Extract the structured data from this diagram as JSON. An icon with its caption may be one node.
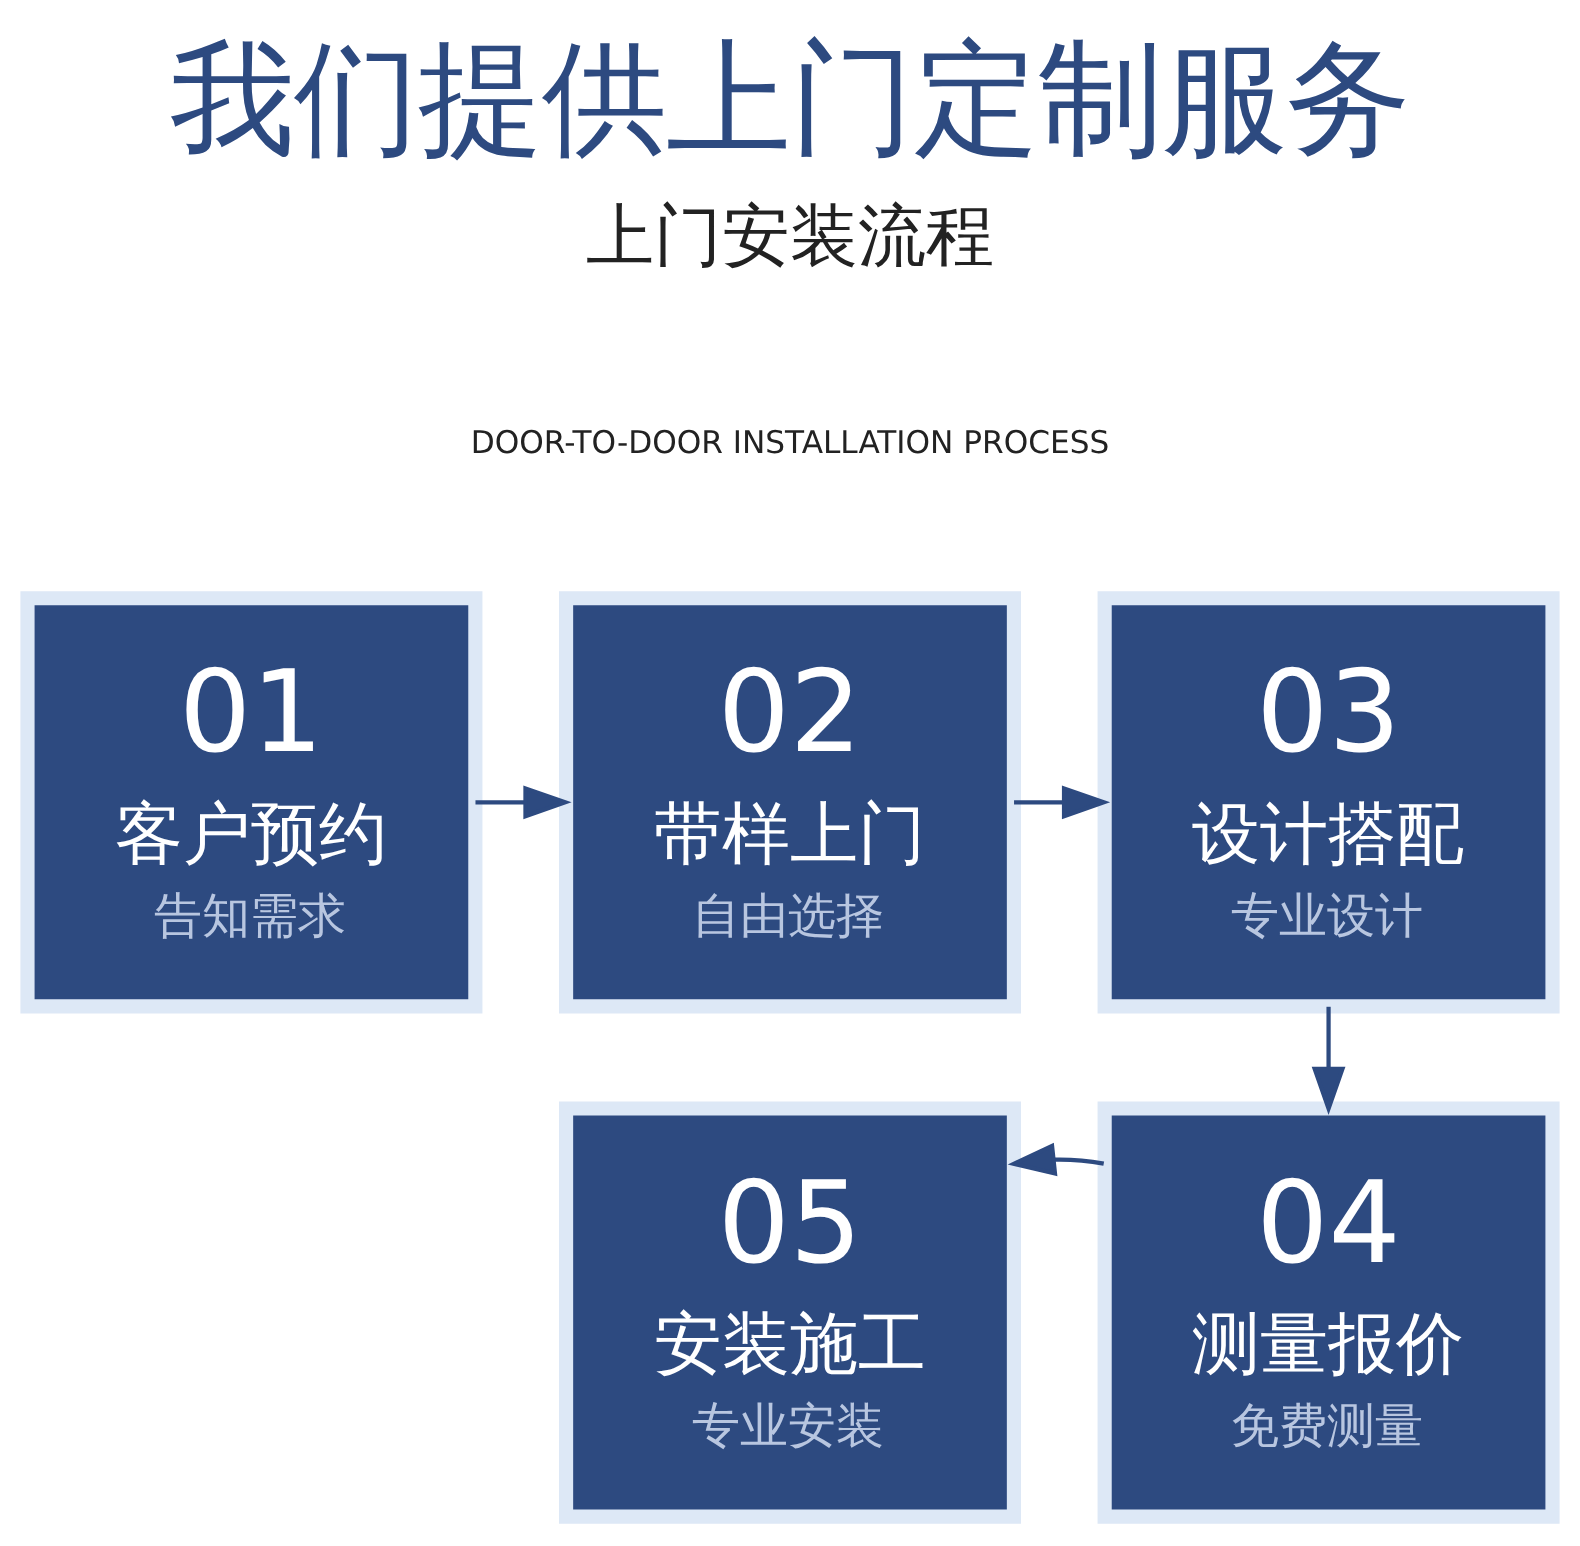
{
  "diagram": {
    "title": "我们提供上门定制服务",
    "nodes": [
      {
        "text": [
          "01",
          "客户预约",
          "告知需求"
        ]
      },
      {
        "text": [
          "02",
          "带样上门",
          "自由选择"
        ]
      },
      {
        "text": [
          "03",
          "设计搭配",
          "专业设计"
        ]
      },
      {
        "text": [
          "04",
          "测量报价",
          "免费测量"
        ]
      },
      {
        "text": [
          "05",
          "安装施工",
          "专业安装"
        ]
      }
    ],
    "edges": [
      {
        "from": 0,
        "to": 1,
        "arrow": "to"
      },
      {
        "from": 1,
        "to": 2,
        "arrow": "to"
      },
      {
        "from": 2,
        "to": 3,
        "arrow": "to"
      },
      {
        "from": 3,
        "to": 4,
        "arrow": "to"
      }
    ],
    "labels": [
      "上门安装流程",
      "DOOR-TO-DOOR INSTALLATION PROCESS"
    ]
  }
}
